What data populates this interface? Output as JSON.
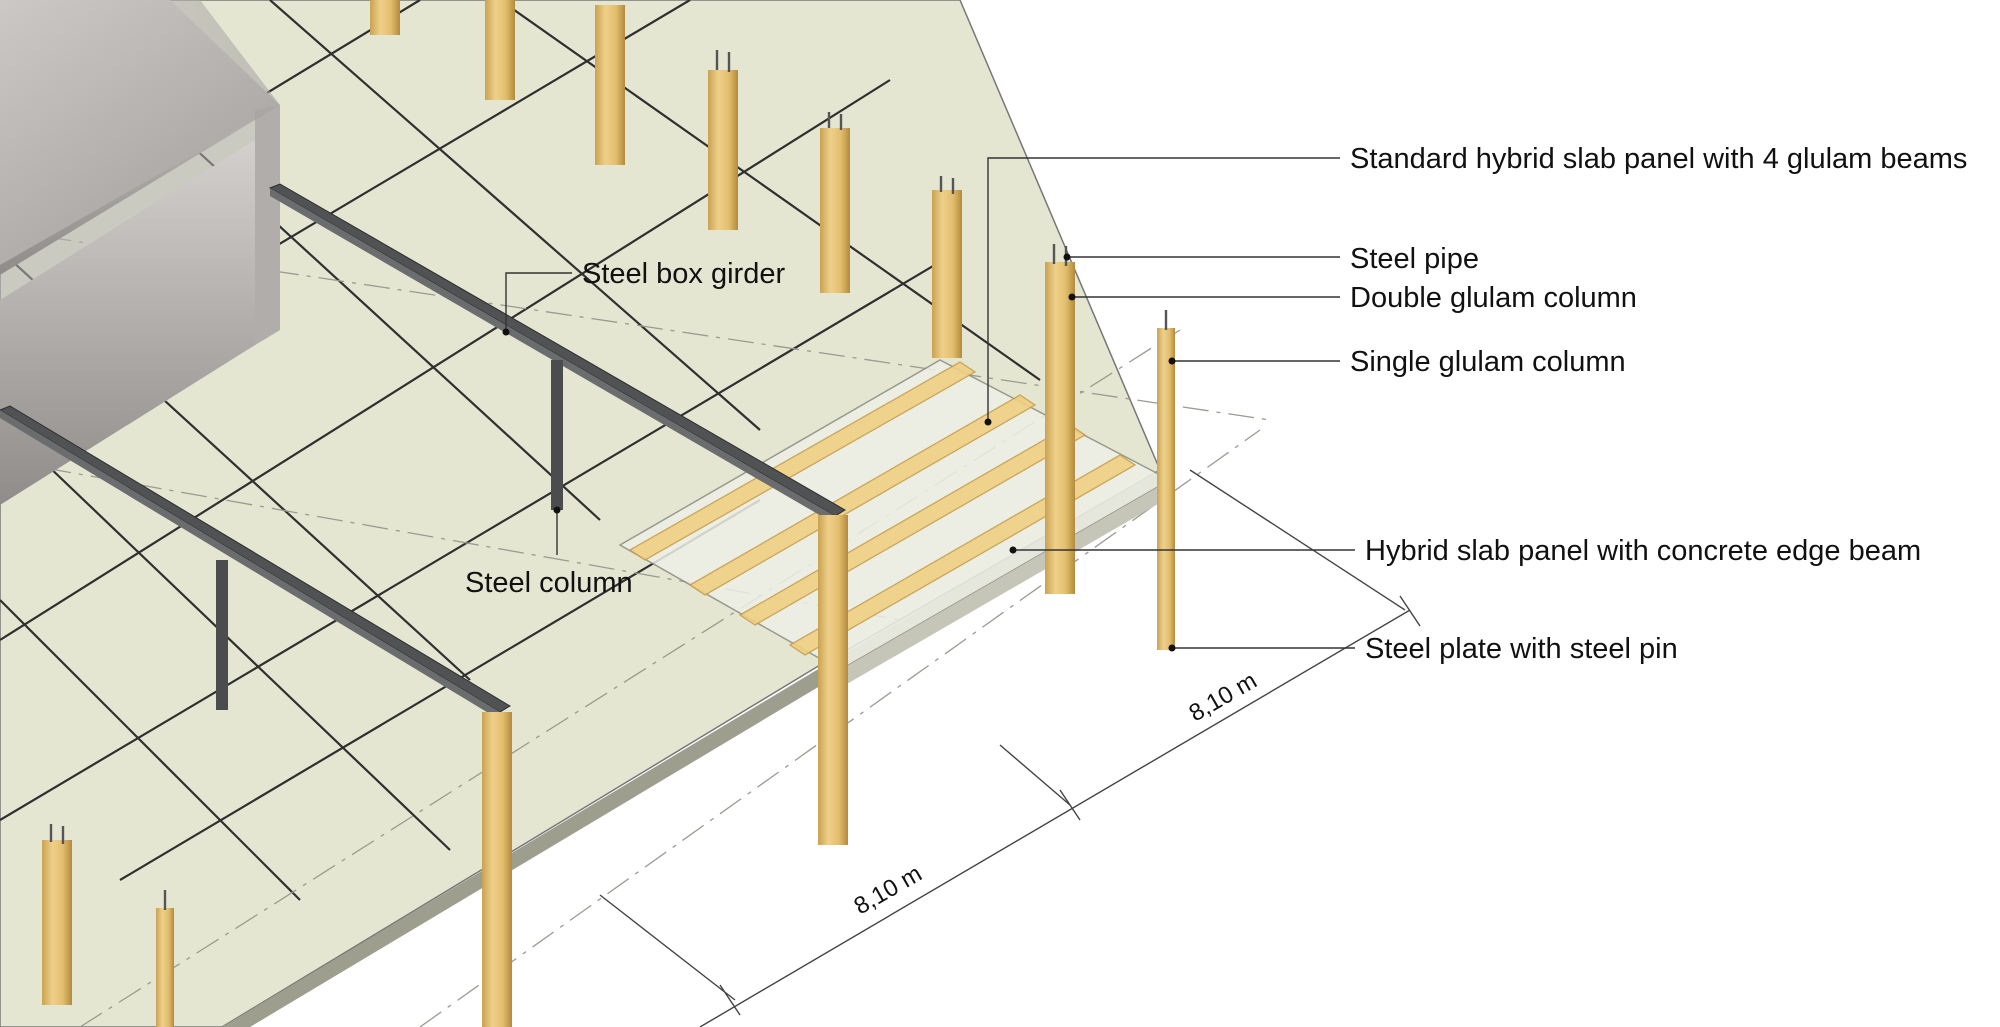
{
  "labels": {
    "standard_panel": "Standard hybrid slab panel with 4 glulam beams",
    "steel_pipe": "Steel pipe",
    "double_column": "Double glulam column",
    "single_column": "Single glulam column",
    "box_girder": "Steel box girder",
    "steel_column": "Steel column",
    "edge_panel": "Hybrid slab panel with concrete edge beam",
    "steel_plate": "Steel plate with steel pin"
  },
  "dimensions": {
    "bay_a": "8,10 m",
    "bay_b": "8,10 m"
  },
  "colors": {
    "slab_top": "#e6e7d3",
    "slab_edge": "#9c9c8c",
    "core_wall": "#cfccca",
    "core_shadow": "#8e8a88",
    "glulam": "#e8c67a",
    "glulam_dark": "#b98f3f",
    "steel": "#4a4c4e",
    "glass": "#eef0e6"
  }
}
